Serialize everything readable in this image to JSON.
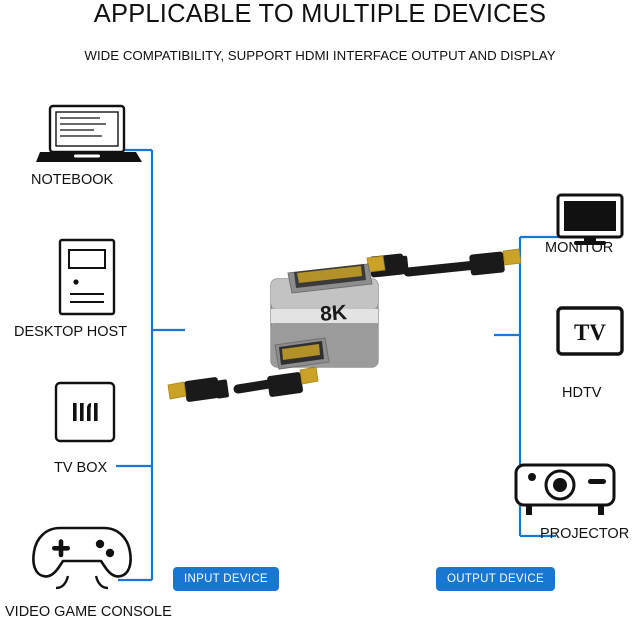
{
  "header": {
    "title": "APPLICABLE TO MULTIPLE DEVICES",
    "subtitle": "WIDE COMPATIBILITY, SUPPORT HDMI INTERFACE OUTPUT AND DISPLAY"
  },
  "input_devices": [
    {
      "id": "notebook",
      "label": "NOTEBOOK",
      "icon": "laptop-icon"
    },
    {
      "id": "desktop-host",
      "label": "DESKTOP HOST",
      "icon": "desktop-tower-icon"
    },
    {
      "id": "tv-box",
      "label": "TV BOX",
      "icon": "tv-box-icon"
    },
    {
      "id": "video-game-console",
      "label": "VIDEO GAME CONSOLE",
      "icon": "gamepad-icon"
    }
  ],
  "output_devices": [
    {
      "id": "monitor",
      "label": "MONITOR",
      "icon": "monitor-icon"
    },
    {
      "id": "hdtv",
      "label": "HDTV",
      "icon": "tv-icon",
      "screen_text": "TV"
    },
    {
      "id": "projector",
      "label": "PROJECTOR",
      "icon": "projector-icon"
    }
  ],
  "adapter": {
    "name": "hdmi-coupler-adapter",
    "marking": "8K",
    "body_color": "#9c9c9c",
    "cable_color": "#1a1a1a",
    "connector_color": "#c9a227"
  },
  "badges": {
    "input": "INPUT DEVICE",
    "output": "OUTPUT DEVICE",
    "color": "#1877d2"
  },
  "connector_lines": {
    "color": "#1877d2"
  }
}
